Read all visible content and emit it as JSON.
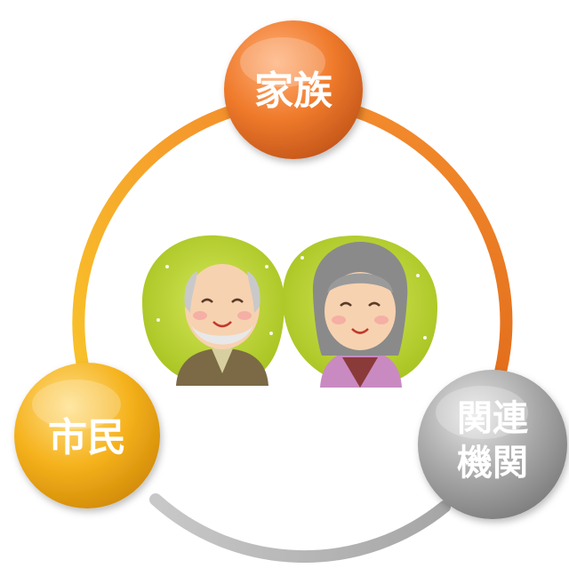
{
  "nodes": {
    "family": {
      "label": "家族"
    },
    "citizens": {
      "label": "市民"
    },
    "agencies": {
      "label_line1": "関連",
      "label_line2": "機関"
    }
  },
  "center_image": {
    "depicts": "elderly-couple-illustration"
  },
  "colors": {
    "family": "#ef7a2b",
    "citizens": "#f5b21c",
    "agencies": "#a9a9a9",
    "ring_orange": "#f28a2c",
    "ring_yellow": "#f7c02a",
    "ring_gray": "#b5b5b5",
    "blob_background": "#b9d62e"
  }
}
